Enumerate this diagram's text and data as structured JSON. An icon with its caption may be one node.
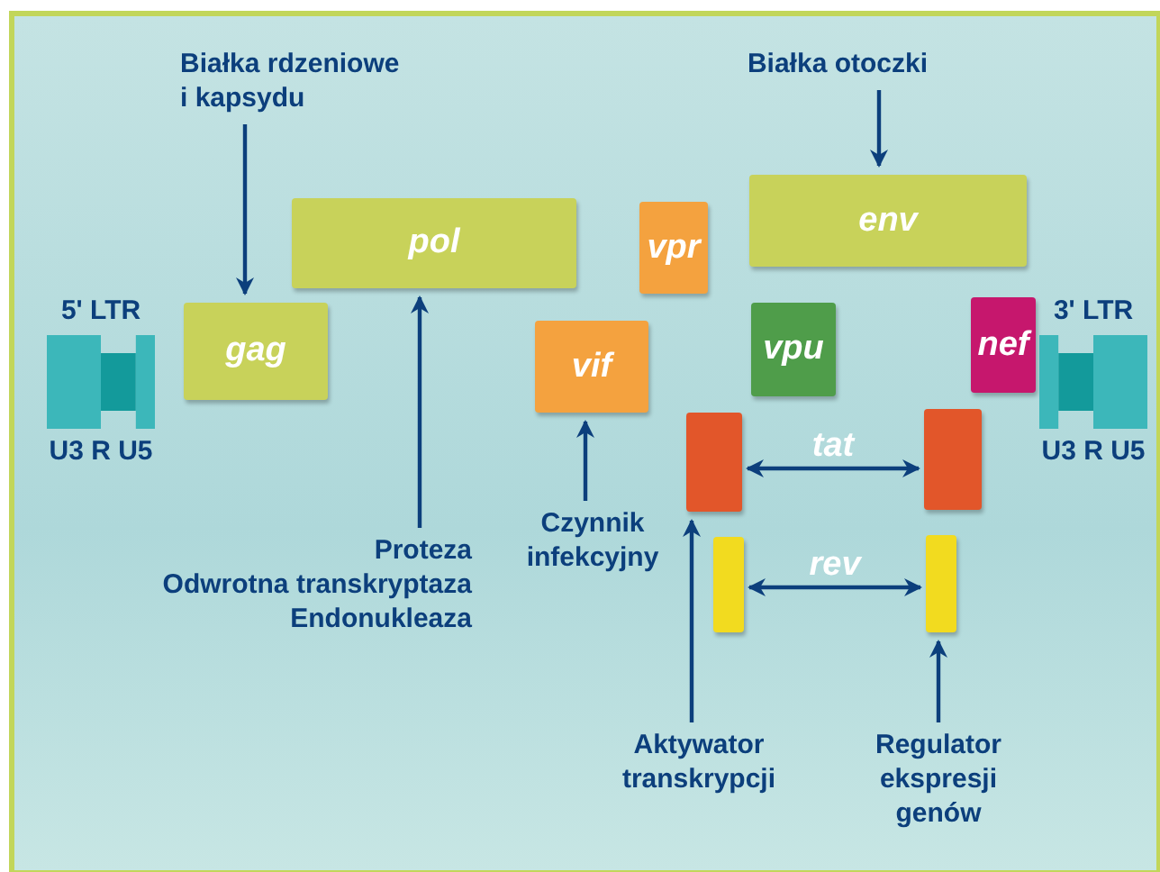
{
  "diagram": {
    "nodes": [
      {
        "text": [
          "Białka rdzeniowe i kapsydu"
        ]
      },
      {
        "text": [
          "gag"
        ]
      },
      {
        "text": [
          "pol"
        ]
      },
      {
        "text": [
          "Proteza",
          "Odwrotna transkryptaza",
          "Endonukleaza"
        ]
      },
      {
        "text": [
          "vpr"
        ]
      },
      {
        "text": [
          "vif"
        ]
      },
      {
        "text": [
          "Czynnik infekcyjny"
        ]
      },
      {
        "text": [
          "Białka otoczki"
        ]
      },
      {
        "text": [
          "env"
        ]
      },
      {
        "text": [
          "vpu"
        ]
      },
      {
        "text": [
          "nef"
        ]
      },
      {
        "text": [
          "5' LTR",
          "U3 R U5"
        ]
      },
      {
        "text": [
          "3' LTR",
          "U3 R U5"
        ]
      },
      {
        "text": [],
        "shape": "box"
      },
      {
        "text": [],
        "shape": "box"
      },
      {
        "text": [],
        "shape": "box"
      },
      {
        "text": [],
        "shape": "box"
      },
      {
        "text": [
          "Aktywator transkrypcji"
        ]
      },
      {
        "text": [
          "Regulator ekspresji genów"
        ]
      }
    ],
    "edges": [
      {
        "from": 0,
        "to": 1,
        "arrow": "to"
      },
      {
        "from": 3,
        "to": 2,
        "arrow": "to"
      },
      {
        "from": 6,
        "to": 5,
        "arrow": "to"
      },
      {
        "from": 7,
        "to": 8,
        "arrow": "to"
      },
      {
        "from": 13,
        "to": 14,
        "arrow": "both",
        "label": "tat"
      },
      {
        "from": 15,
        "to": 16,
        "arrow": "both",
        "label": "rev"
      },
      {
        "from": 17,
        "to": 13,
        "arrow": "to"
      },
      {
        "from": 18,
        "to": 16,
        "arrow": "to"
      }
    ]
  }
}
